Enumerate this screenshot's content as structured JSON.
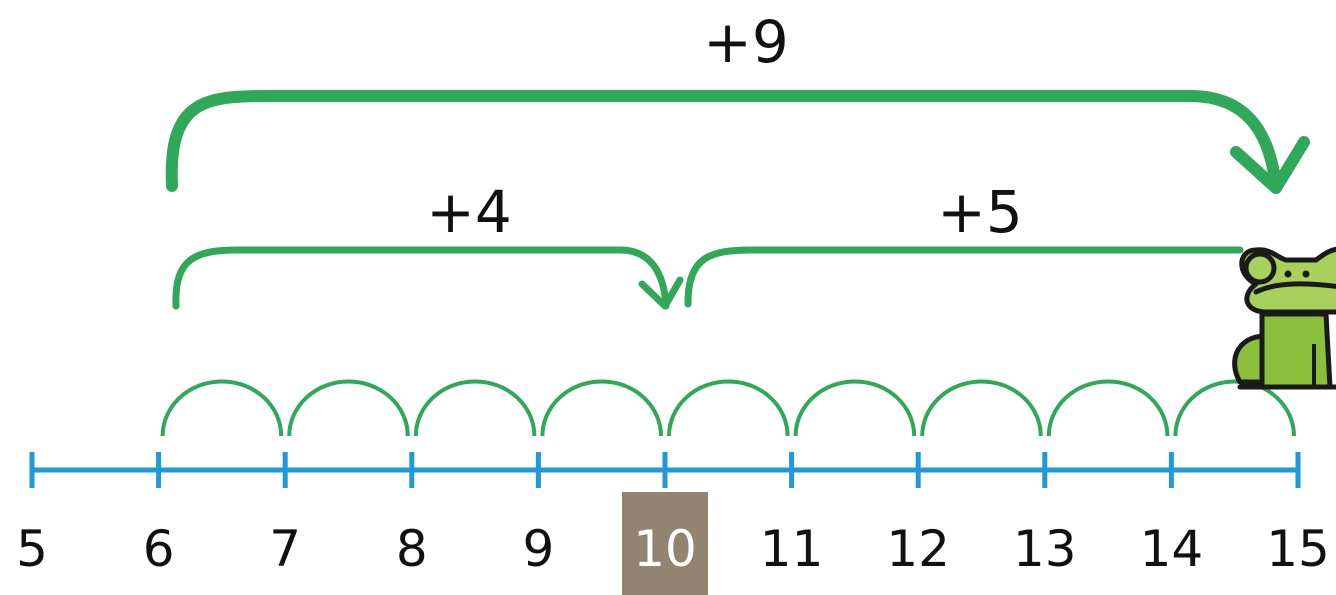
{
  "number_line": {
    "start": 5,
    "end": 15,
    "labels": [
      "5",
      "6",
      "7",
      "8",
      "9",
      "10",
      "11",
      "12",
      "13",
      "14",
      "15"
    ],
    "highlighted": "10",
    "line_color": "#1e9ad6",
    "highlight_color": "#928471"
  },
  "small_hops": {
    "from": 6,
    "to": 15,
    "color": "#2fa85a"
  },
  "jumps": [
    {
      "label": "+9",
      "from": 6,
      "to": 15
    },
    {
      "label": "+4",
      "from": 6,
      "to": 10
    },
    {
      "label": "+5",
      "from": 10,
      "to": 15
    }
  ],
  "colors": {
    "arrow": "#2fa85a",
    "frog_body": "#8bbf3c",
    "frog_light": "#a7d15a",
    "outline": "#1a1a1a"
  },
  "icons": {
    "frog": "frog-icon"
  }
}
